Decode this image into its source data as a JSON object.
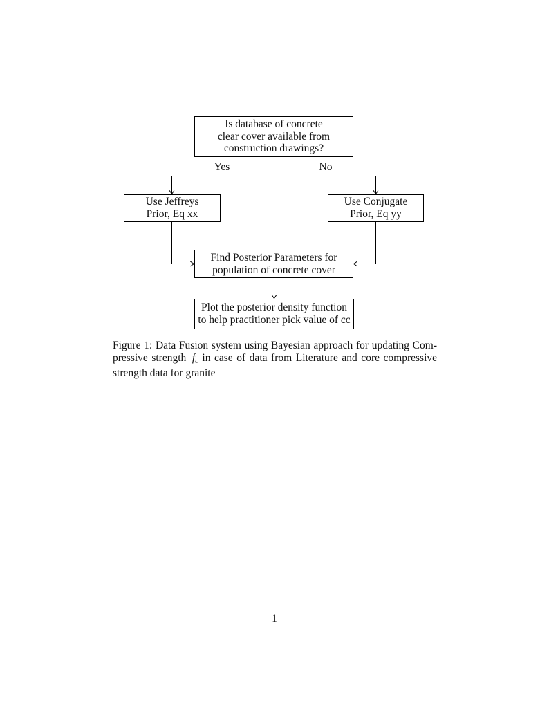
{
  "page": {
    "background": "#ffffff",
    "number": "1"
  },
  "figure": {
    "type": "flowchart",
    "nodes": {
      "decision": {
        "line1": "Is database of concrete",
        "line2": "clear cover available from",
        "line3": "construction drawings?"
      },
      "jeffreys": {
        "line1": "Use Jeffreys",
        "line2": "Prior, Eq xx"
      },
      "conjugate": {
        "line1": "Use Conjugate",
        "line2": "Prior, Eq yy"
      },
      "posterior": {
        "line1": "Find Posterior Parameters for",
        "line2": "population of concrete cover"
      },
      "plot": {
        "line1": "Plot the posterior density function",
        "line2": "to help practitioner pick value of cc"
      }
    },
    "edge_labels": {
      "yes": "Yes",
      "no": "No"
    },
    "edges": [
      "decision -> jeffreys (Yes)",
      "decision -> conjugate (No)",
      "jeffreys -> posterior",
      "conjugate -> posterior",
      "posterior -> plot"
    ],
    "style": {
      "line_color": "#000000",
      "text_color": "#111111",
      "node_fill": "#ffffff"
    }
  },
  "caption": {
    "line1": "Figure 1: Data Fusion system using Bayesian approach for updating Com-",
    "line2_pre": "pressive strength",
    "math_symbol": "f",
    "math_subscript": "c",
    "line2_post": "in case of data from Literature and core compressive",
    "line3": "strength data for granite"
  }
}
